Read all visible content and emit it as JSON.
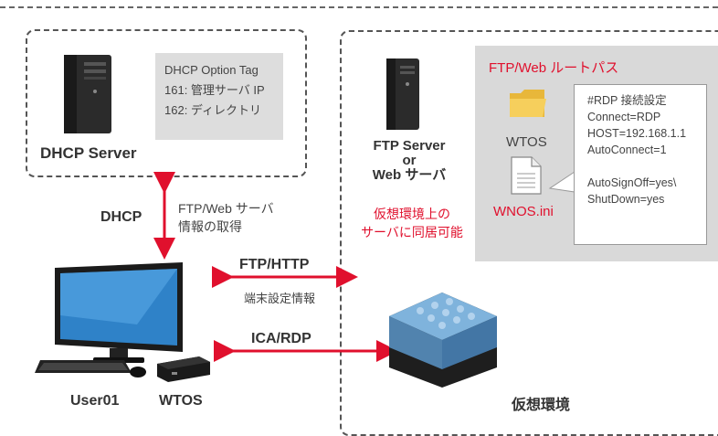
{
  "dhcp_box": {
    "server_label": "DHCP Server",
    "tag_lines": [
      "DHCP Option Tag",
      "161: 管理サーバ IP",
      "162: ディレクトリ"
    ]
  },
  "ftp_box": {
    "server_line1": "FTP Server",
    "server_line2": "or",
    "server_line3": "Web サーバ",
    "root_path_title": "FTP/Web ルートパス",
    "folder_label": "WTOS",
    "file_label": "WNOS.ini",
    "virtual_note_line1": "仮想環境上の",
    "virtual_note_line2": "サーバに同居可能",
    "config_lines": [
      "#RDP 接続設定",
      "Connect=RDP",
      "HOST=192.168.1.1",
      "AutoConnect=1",
      "",
      "AutoSignOff=yes\\",
      "ShutDown=yes"
    ]
  },
  "arrows": {
    "dhcp_label": "DHCP",
    "dhcp_desc_line1": "FTP/Web サーバ",
    "dhcp_desc_line2": "情報の取得",
    "ftp_http_label": "FTP/HTTP",
    "ftp_http_desc": "端末設定情報",
    "ica_rdp_label": "ICA/RDP"
  },
  "client": {
    "user_label": "User01",
    "wtos_label": "WTOS"
  },
  "virtual_env_label": "仮想環境",
  "colors": {
    "accent_red": "#e0102d",
    "panel_gray": "#d9d9d9",
    "folder_yellow": "#f3c84e"
  }
}
